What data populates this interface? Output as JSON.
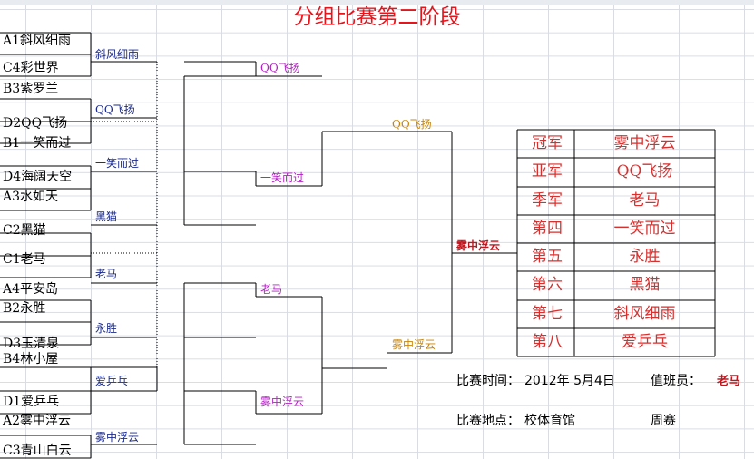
{
  "title": "分组比赛第二阶段",
  "teams": [
    "A1斜风细雨",
    "C4彩世界",
    "B3紫罗兰",
    "D2QQ飞扬",
    "B1一笑而过",
    "D4海阔天空",
    "A3水如天",
    "C2黑猫",
    "C1老马",
    "A4平安岛",
    "B2永胜",
    "D3玉清泉",
    "B4林小屋",
    "D1爱乒乓",
    "A2雾中浮云",
    "C3青山白云"
  ],
  "round1": [
    "斜风细雨",
    "QQ飞扬",
    "一笑而过",
    "黑猫",
    "老马",
    "永胜",
    "爱乒乓",
    "雾中浮云"
  ],
  "round2": [
    "QQ飞扬",
    "一笑而过",
    "老马",
    "雾中浮云"
  ],
  "round3": [
    "QQ飞扬",
    "雾中浮云"
  ],
  "final": "雾中浮云",
  "rankings": [
    {
      "place": "冠军",
      "team": "雾中浮云"
    },
    {
      "place": "亚军",
      "team": "QQ飞扬"
    },
    {
      "place": "季军",
      "team": "老马"
    },
    {
      "place": "第四",
      "team": "一笑而过"
    },
    {
      "place": "第五",
      "team": "永胜"
    },
    {
      "place": "第六",
      "team": "黑猫"
    },
    {
      "place": "第七",
      "team": "斜风细雨"
    },
    {
      "place": "第八",
      "team": "爱乒乓"
    }
  ],
  "match_time_label": "比赛时间：",
  "match_time_value": "2012年  5月4日",
  "duty_label": "值班员：",
  "duty_value": "老马",
  "venue_label": "比赛地点：",
  "venue_value": "校体育馆",
  "weekly": "周赛"
}
